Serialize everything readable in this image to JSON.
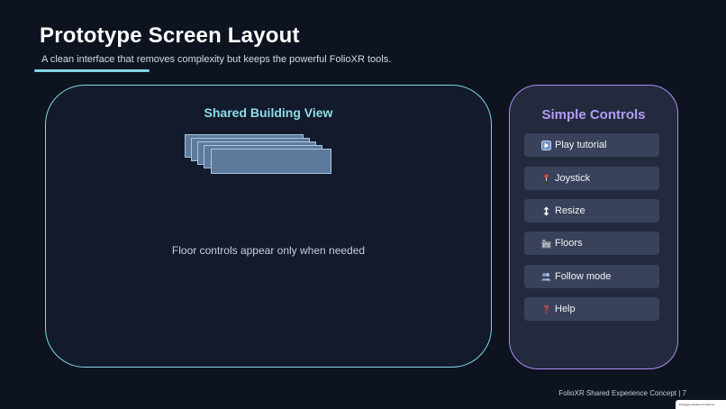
{
  "slide": {
    "title": "Prototype Screen Layout",
    "subtitle": "A clean interface that removes complexity but keeps the powerful FolioXR tools.",
    "footer": "FolioXR Shared Experience Concept  |  7",
    "corner_thumbnail_text": "Prototype Features to Demon"
  },
  "building_view": {
    "title": "Shared Building View",
    "caption": "Floor controls appear only when needed"
  },
  "controls": {
    "title": "Simple Controls",
    "items": [
      {
        "icon": "play-icon",
        "label": "Play tutorial"
      },
      {
        "icon": "joystick-icon",
        "label": "Joystick"
      },
      {
        "icon": "resize-icon",
        "label": "Resize"
      },
      {
        "icon": "building-icon",
        "label": "Floors"
      },
      {
        "icon": "people-icon",
        "label": "Follow mode"
      },
      {
        "icon": "question-icon",
        "label": "Help"
      }
    ]
  },
  "colors": {
    "background": "#0e1320",
    "building_accent": "#7fd6e2",
    "controls_accent": "#a98cf0",
    "button_fill": "#39425a"
  }
}
